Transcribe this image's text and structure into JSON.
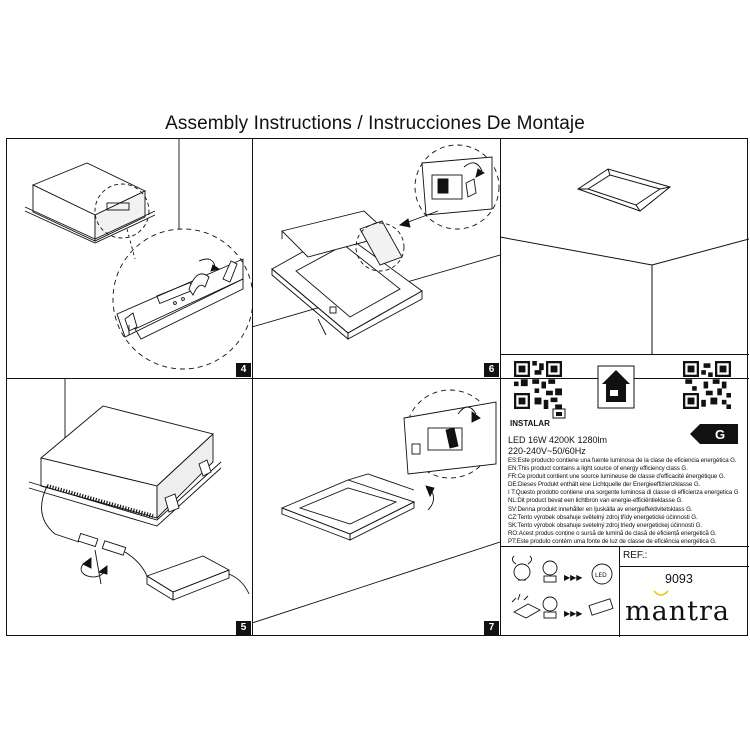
{
  "document": {
    "title": "Assembly Instructions / Instrucciones De Montaje"
  },
  "steps": [
    {
      "number": "4"
    },
    {
      "number": "6"
    },
    {
      "number": "5"
    },
    {
      "number": "7"
    }
  ],
  "product": {
    "install_label": "INSTALAR",
    "spec_line1": "LED 16W 4200K 1280lm",
    "spec_line2": "220-240V~50/60Hz",
    "energy_class": "G",
    "energy_notices": [
      "ES:Este producto contiene una fuente luminosa de la clase de eficiencia energética G.",
      "EN:This product contains a light source of energy efficiency class G.",
      "FR:Ce produit contient une source lumineuse de classe d'efficacité énergétique G.",
      "DE:Dieses Produkt enthält eine Lichtquelle der Energieeffizienzklasse G.",
      "I T:Questo prodotto contiene una sorgente luminosa di classe di efficienza energetica G",
      "NL:Dit product bevat een lichtbron van energie-efficiëntieklasse G.",
      "SV:Denna produkt innehåller en ljuskälla av energieffektivitetsklass G.",
      "CZ:Tento výrobek obsahuje světelný zdroj třídy energetické účinnosti G.",
      "SK:Tento výrobok obsahuje svetelný zdroj triedy energetickej účinnosti G.",
      "RO:Acest produs conține o sursă de lumină de clasă de eficiență energetică G.",
      "PT:Este produto contém uma fonte de luz de classe de eficiência energética G."
    ],
    "ref_label": "REF.:",
    "ref_value": "9093",
    "brand": "mantra",
    "brand_parts": [
      "m",
      "a",
      "ntra"
    ],
    "icons": [
      "qr-code-icon",
      "house-install-icon",
      "qr-code-icon",
      "energy-label-icon",
      "lamp-replace-icon",
      "led-module-icon",
      "driver-replace-icon"
    ]
  },
  "colors": {
    "line": "#111111",
    "background": "#ffffff",
    "brand_accent": "#e6c800"
  }
}
